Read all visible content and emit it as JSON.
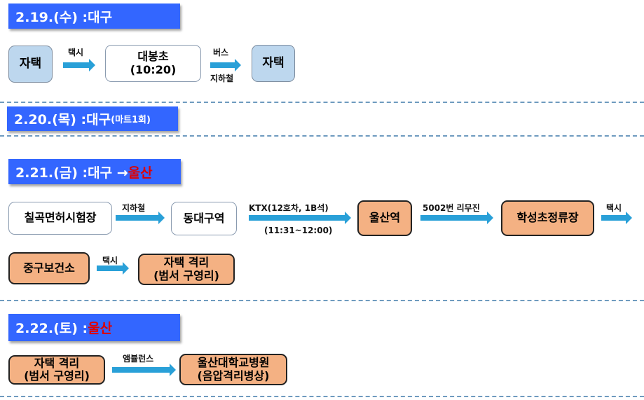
{
  "days": [
    {
      "date": "2.19.(수) : ",
      "place": "대구",
      "nodes": [
        "자택",
        "대봉초",
        "(10:20)",
        "자택"
      ],
      "edges": [
        "택시",
        "버스",
        "지하철"
      ]
    },
    {
      "date": "2.20.(목) : ",
      "place": "대구",
      "note": "(마트1회)"
    },
    {
      "date": "2.21.(금) : ",
      "place": "대구 → ",
      "place_red": "울산",
      "nodes": [
        "칠곡면허시험장",
        "동대구역",
        "울산역",
        "학성초정류장",
        "중구보건소",
        "자택 격리",
        "(범서 구영리)"
      ],
      "edges": [
        "지하철",
        "KTX(12호차, 1B석)",
        "(11:31~12:00)",
        "5002번 리무진",
        "택시",
        "택시"
      ]
    },
    {
      "date": "2.22.(토) : ",
      "place_red": "울산",
      "nodes": [
        "자택 격리",
        "(범서 구영리)",
        "울산대학교병원",
        "(음압격리병상)"
      ],
      "edges": [
        "앰뷸런스"
      ]
    }
  ],
  "colors": {
    "header": "#3366ff",
    "home": "#bdd7ee",
    "visited": "#f4b183",
    "arrow": "#29a0d8",
    "red": "#e00000"
  }
}
